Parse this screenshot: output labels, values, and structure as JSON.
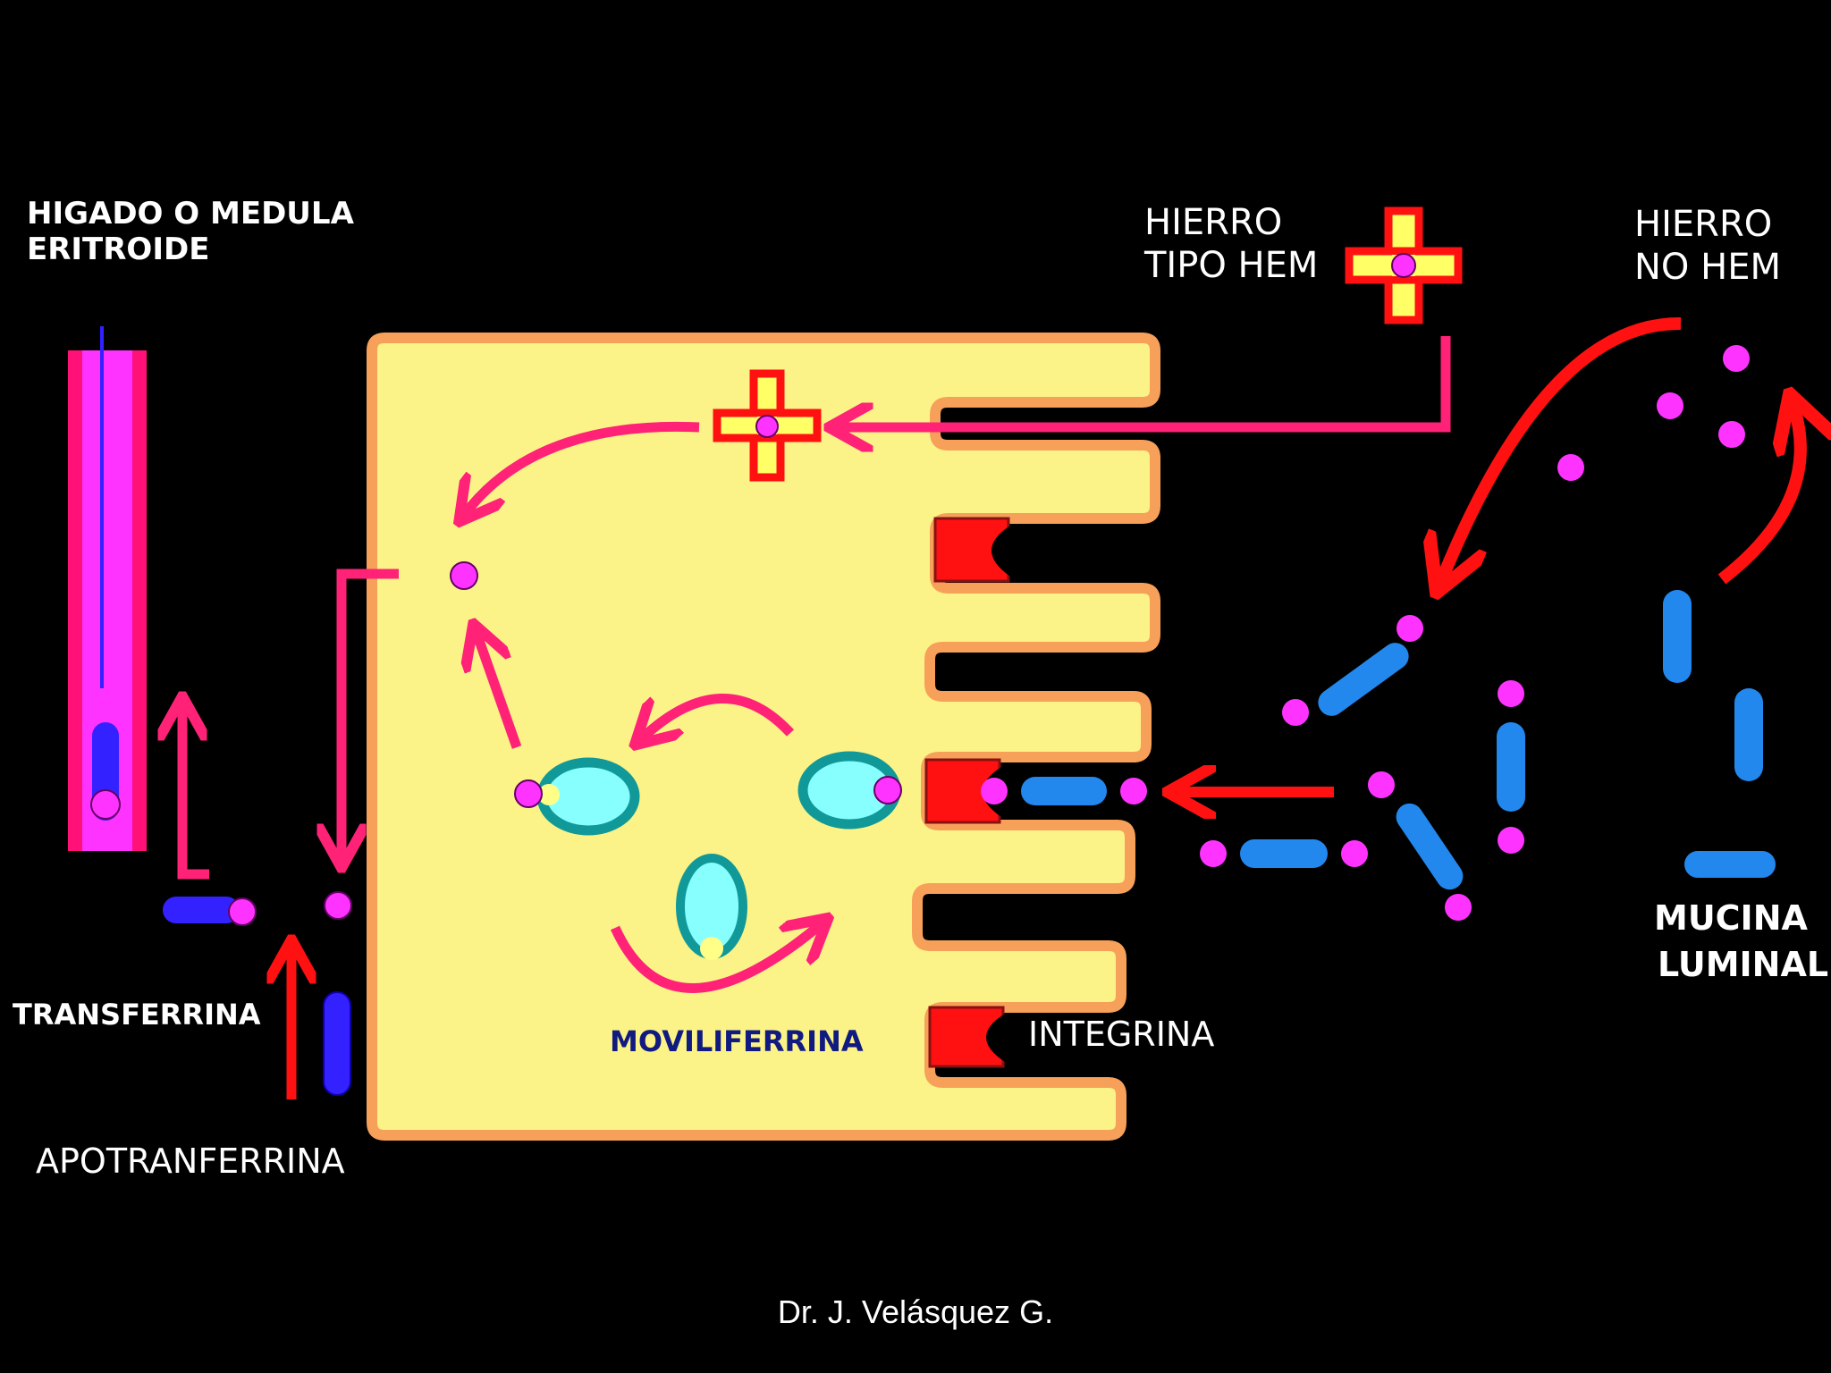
{
  "labels": {
    "liver_line1": "HIGADO O MEDULA",
    "liver_line2": "ERITROIDE",
    "heme_line1": "HIERRO",
    "heme_line2": "TIPO HEM",
    "nonheme_line1": "HIERRO",
    "nonheme_line2": "NO HEM",
    "mucin_line1": "MUCINA",
    "mucin_line2": "LUMINAL",
    "transferrin": "TRANSFERRINA",
    "apotransferrin": "APOTRANFERRINA",
    "mobilferrin": "MOVILIFERRINA",
    "integrin": "INTEGRINA"
  },
  "credit": "Dr. J. Velásquez G.",
  "colors": {
    "background": "#000000",
    "cell_fill": "#fbf388",
    "cell_border": "#f7a05a",
    "iron_dot": "#ff33ff",
    "pink_arrow": "#ff2277",
    "red": "#ff1111",
    "mucin": "#2288ee",
    "transferrin": "#3322ff",
    "mobilferrin_fill": "#88ffff",
    "mobilferrin_border": "#119999",
    "mobilferrin_label": "#101a80",
    "text": "#ffffff"
  }
}
